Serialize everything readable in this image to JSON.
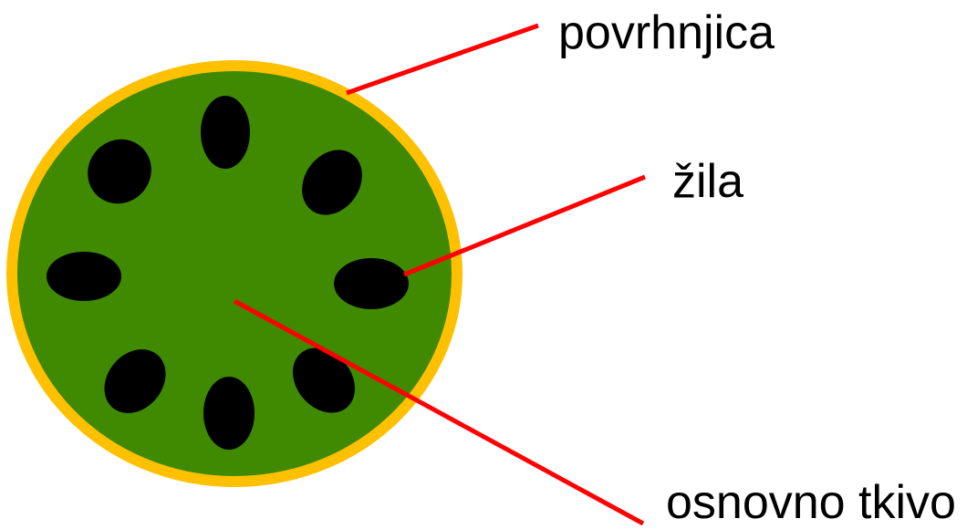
{
  "labels": {
    "epidermis": "povrhnjica",
    "vascular_bundle": "žila",
    "ground_tissue": "osnovno tkivo"
  },
  "colors": {
    "epidermis": "#FFC000",
    "ground_tissue": "#3F8A00",
    "vascular_bundle": "#000000",
    "leader_line": "#FF0000",
    "text": "#000000"
  },
  "vascular_bundle_count": 8
}
